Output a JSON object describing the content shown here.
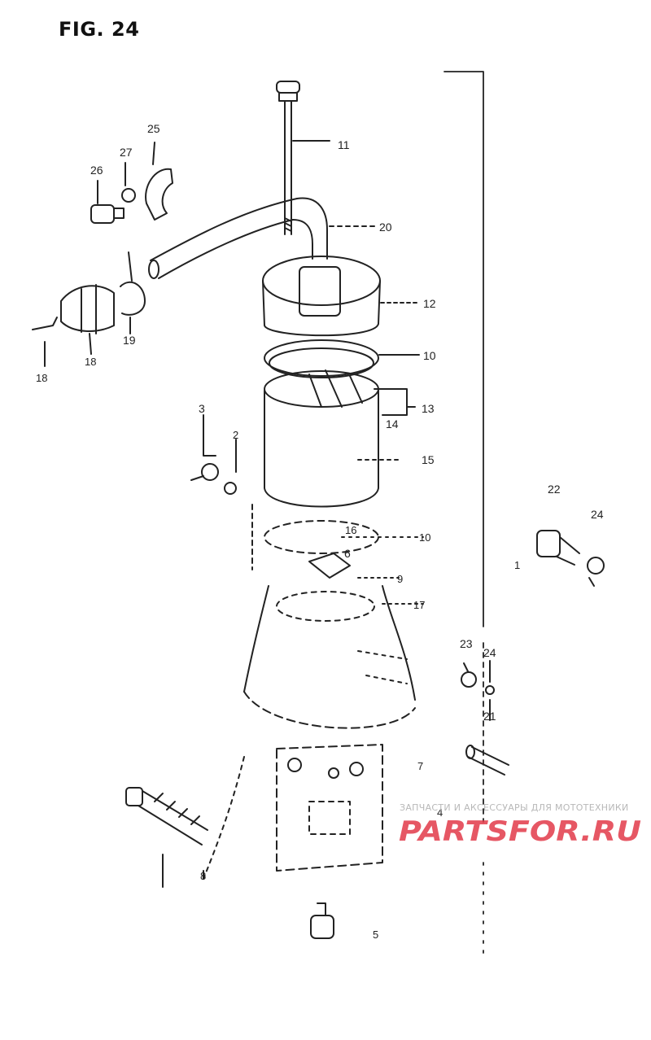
{
  "figure": {
    "title": "FIG. 24"
  },
  "callouts": [
    {
      "id": "c11",
      "text": "11"
    },
    {
      "id": "c20",
      "text": "20"
    },
    {
      "id": "c12",
      "text": "12"
    },
    {
      "id": "c10a",
      "text": "10"
    },
    {
      "id": "c13",
      "text": "13"
    },
    {
      "id": "c14",
      "text": "14"
    },
    {
      "id": "c15a",
      "text": "15"
    },
    {
      "id": "c16",
      "text": "16"
    },
    {
      "id": "c10b",
      "text": "10"
    },
    {
      "id": "c6",
      "text": "6"
    },
    {
      "id": "c9",
      "text": "9"
    },
    {
      "id": "c17",
      "text": "17"
    },
    {
      "id": "c25",
      "text": "25"
    },
    {
      "id": "c27",
      "text": "27"
    },
    {
      "id": "c26",
      "text": "26"
    },
    {
      "id": "c19",
      "text": "19"
    },
    {
      "id": "c18",
      "text": "18"
    },
    {
      "id": "c18b",
      "text": "18"
    },
    {
      "id": "c3",
      "text": "3"
    },
    {
      "id": "c2",
      "text": "2"
    },
    {
      "id": "c22",
      "text": "22"
    },
    {
      "id": "c24a",
      "text": "24"
    },
    {
      "id": "c1",
      "text": "1"
    },
    {
      "id": "c23",
      "text": "23"
    },
    {
      "id": "c24b",
      "text": "24"
    },
    {
      "id": "c21",
      "text": "21"
    },
    {
      "id": "c7",
      "text": "7"
    },
    {
      "id": "c4",
      "text": "4"
    },
    {
      "id": "c8",
      "text": "8"
    },
    {
      "id": "c5",
      "text": "5"
    }
  ],
  "watermark": {
    "tagline": "ЗАПЧАСТИ И АКСЕССУАРЫ ДЛЯ МОТОТЕХНИКИ",
    "logo_text": "PARTSFOR.RU",
    "color": "#e23a4a"
  }
}
